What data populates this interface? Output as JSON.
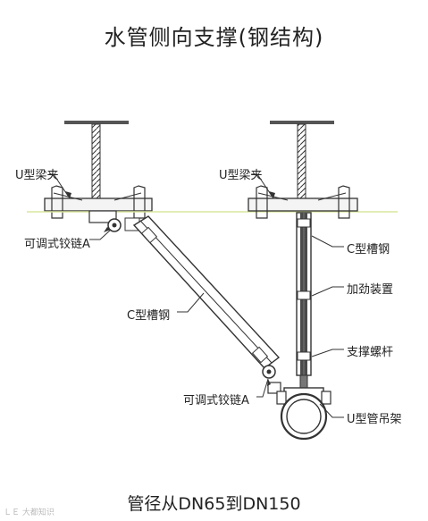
{
  "title": "水管侧向支撑(钢结构)",
  "caption": "管径从DN65到DN150",
  "labels": {
    "u_clamp_left": "U型梁夹",
    "u_clamp_right": "U型梁夹",
    "hinge_a_top": "可调式铰链A",
    "c_channel_diag": "C型槽钢",
    "hinge_a_bottom": "可调式铰链A",
    "c_channel_vert": "C型槽钢",
    "stiffener": "加劲装置",
    "support_rod": "支撑螺杆",
    "pipe_hanger": "U型管吊架"
  },
  "watermark": "ＬＥ 大都知识"
}
